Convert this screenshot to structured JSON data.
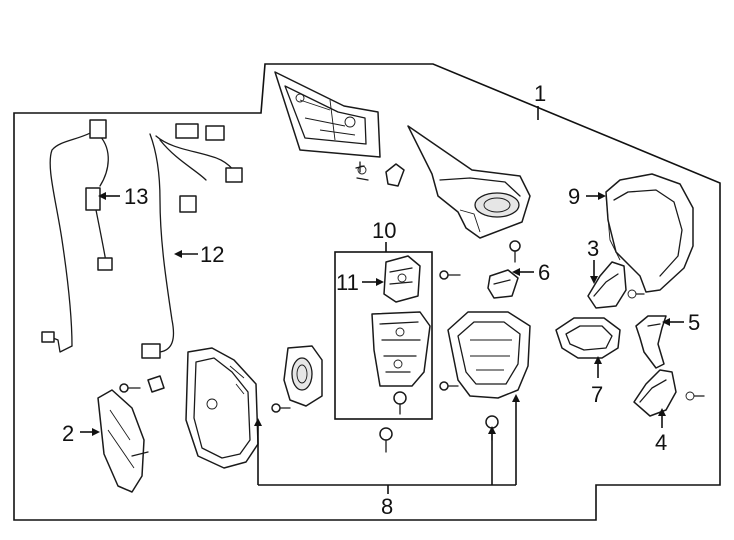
{
  "diagram": {
    "callouts": [
      "1",
      "2",
      "3",
      "4",
      "5",
      "6",
      "7",
      "8",
      "9",
      "10",
      "11",
      "12",
      "13"
    ],
    "parts": [
      "mirror-assembly",
      "mirror-glass",
      "turn-signal-lamp-upper",
      "turn-signal-lamp-lower",
      "side-bracket",
      "side-cap",
      "lamp-housing",
      "mounting-screw",
      "mirror-cover",
      "motor-assembly",
      "motor-actuator",
      "wiring-harness-main",
      "wiring-harness-sub"
    ],
    "colors": {
      "line": "#111111",
      "background": "#ffffff",
      "shade": "#e6e6e6"
    }
  }
}
